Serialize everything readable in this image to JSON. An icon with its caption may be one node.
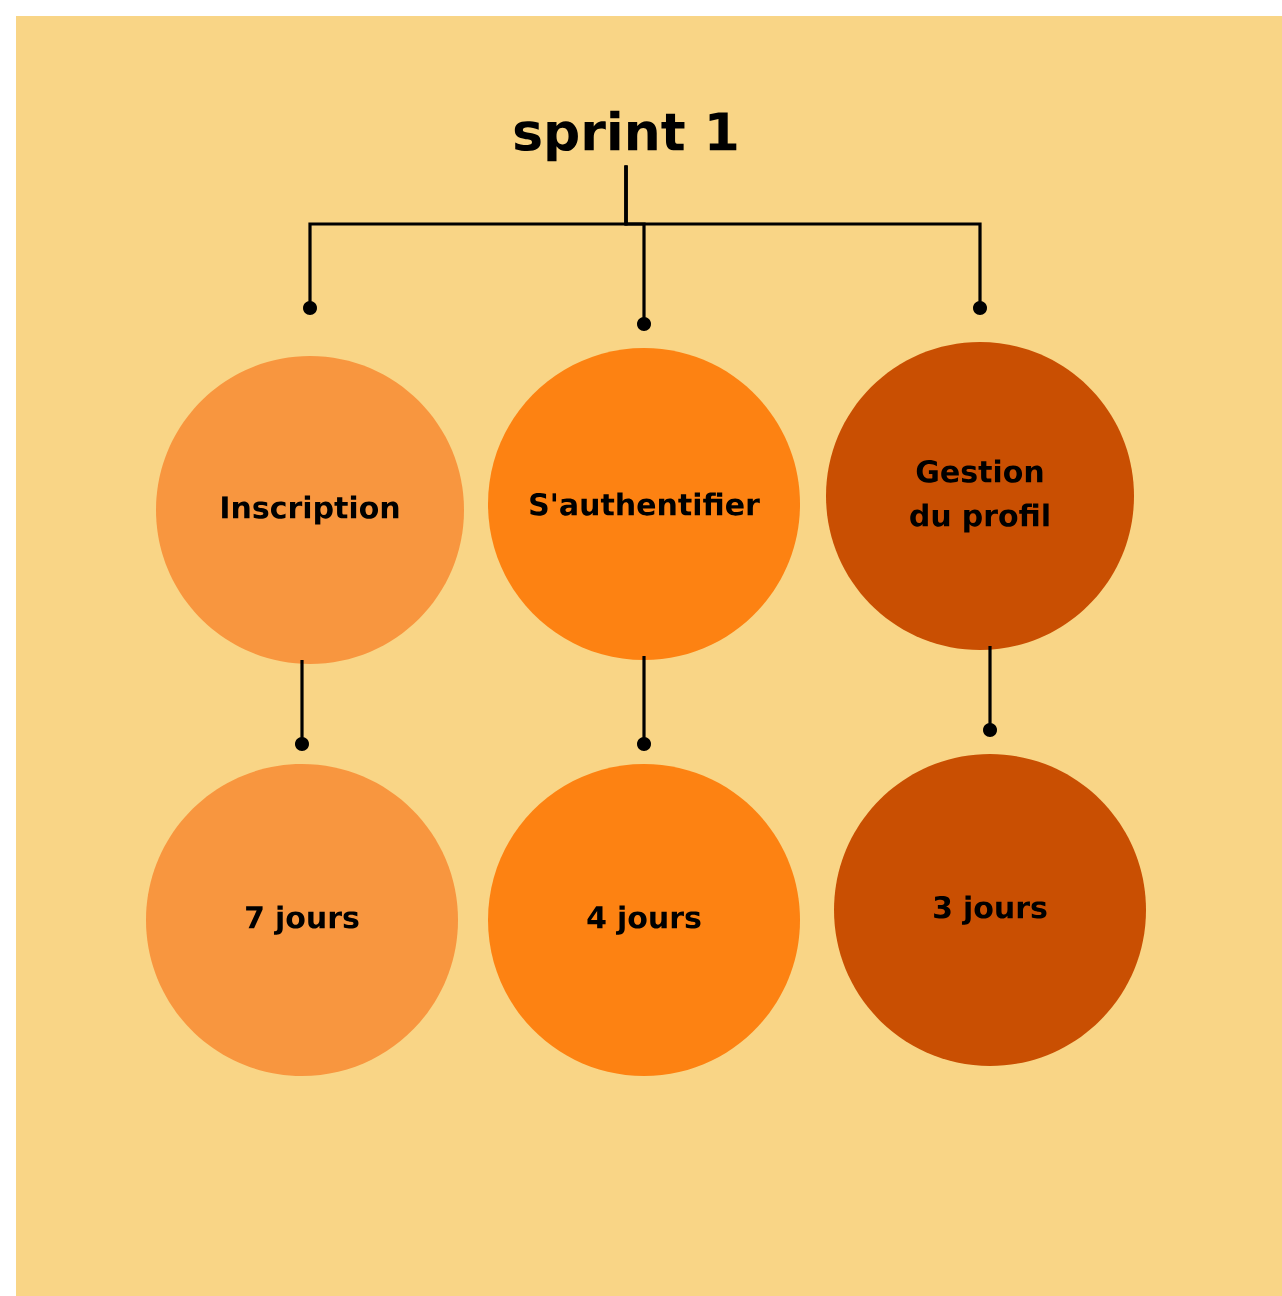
{
  "diagram": {
    "nodes": [
      {
        "text": [
          "sprint 1"
        ]
      },
      {
        "text": [
          "Inscription"
        ]
      },
      {
        "text": [
          "S'authentifier"
        ]
      },
      {
        "text": [
          "Gestion du profil"
        ]
      },
      {
        "text": [
          "7 jours"
        ]
      },
      {
        "text": [
          "4 jours"
        ]
      },
      {
        "text": [
          "3 jours"
        ]
      }
    ],
    "edges": [
      {
        "from": 0,
        "to": 1,
        "arrow": "other"
      },
      {
        "from": 0,
        "to": 2,
        "arrow": "other"
      },
      {
        "from": 0,
        "to": 3,
        "arrow": "other"
      },
      {
        "from": 1,
        "to": 4,
        "arrow": "other"
      },
      {
        "from": 2,
        "to": 5,
        "arrow": "other"
      },
      {
        "from": 3,
        "to": 6,
        "arrow": "other"
      }
    ]
  }
}
